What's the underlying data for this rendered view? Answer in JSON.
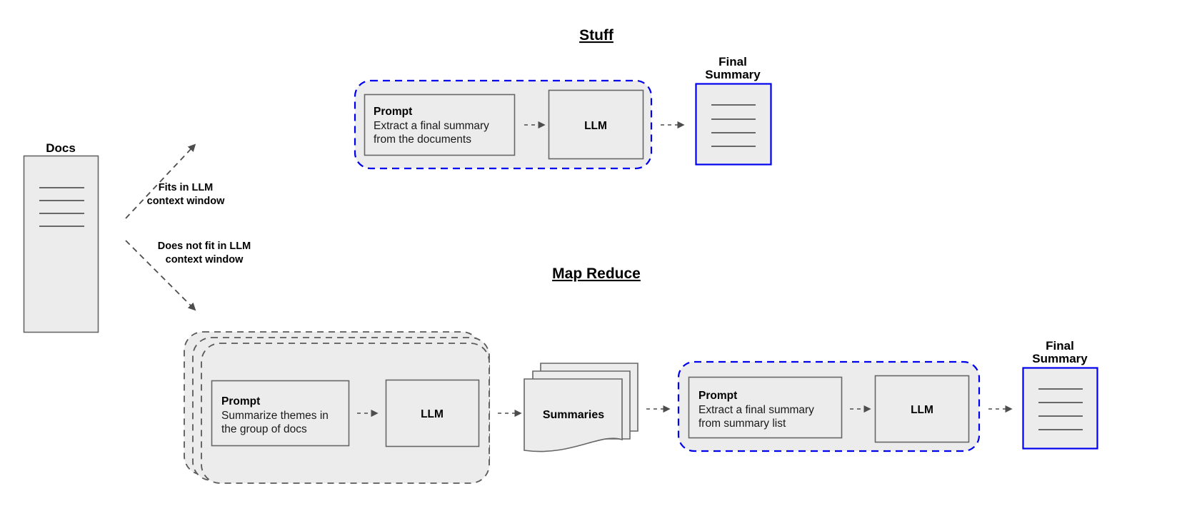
{
  "diagram": {
    "title_stuff": "Stuff",
    "title_map_reduce": "Map Reduce"
  },
  "docs": {
    "label": "Docs",
    "line_count": 4
  },
  "edges": {
    "fits_line1": "Fits in LLM",
    "fits_line2": "context window",
    "nofit_line1": "Does not fit in LLM",
    "nofit_line2": "context window"
  },
  "stuff": {
    "prompt": {
      "title": "Prompt",
      "line1": "Extract a final summary",
      "line2": "from the documents"
    },
    "llm_label": "LLM",
    "final_summary": {
      "label_line1": "Final",
      "label_line2": "Summary",
      "line_count": 4
    }
  },
  "map_reduce": {
    "map_prompt": {
      "title": "Prompt",
      "line1": "Summarize themes in",
      "line2": "the group of docs"
    },
    "map_llm_label": "LLM",
    "summaries_label": "Summaries",
    "reduce_prompt": {
      "title": "Prompt",
      "line1": "Extract a final summary",
      "line2": "from summary list"
    },
    "reduce_llm_label": "LLM",
    "final_summary": {
      "label_line1": "Final",
      "label_line2": "Summary",
      "line_count": 4
    }
  },
  "colors": {
    "accent_blue": "#0000ee",
    "box_fill": "#ececec",
    "box_stroke": "#666666",
    "dash_gray": "#595959",
    "arrow_gray": "#4d4d4d",
    "text": "#000000",
    "background": "#ffffff"
  }
}
